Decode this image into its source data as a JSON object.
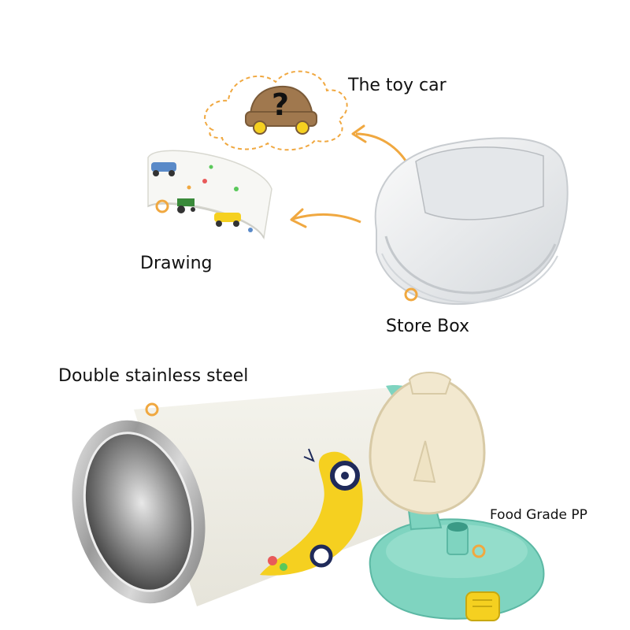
{
  "labels": {
    "toy_car": "The toy car",
    "drawing": "Drawing",
    "store_box": "Store Box",
    "double_steel": "Double stainless steel",
    "food_grade": "Food Grade PP"
  },
  "mystery_mark": "?",
  "colors": {
    "accent_orange": "#f0a840",
    "mint": "#7fd4c0",
    "cream": "#f2e8cf",
    "navy": "#1f2a5a",
    "yellow": "#f5d020"
  }
}
